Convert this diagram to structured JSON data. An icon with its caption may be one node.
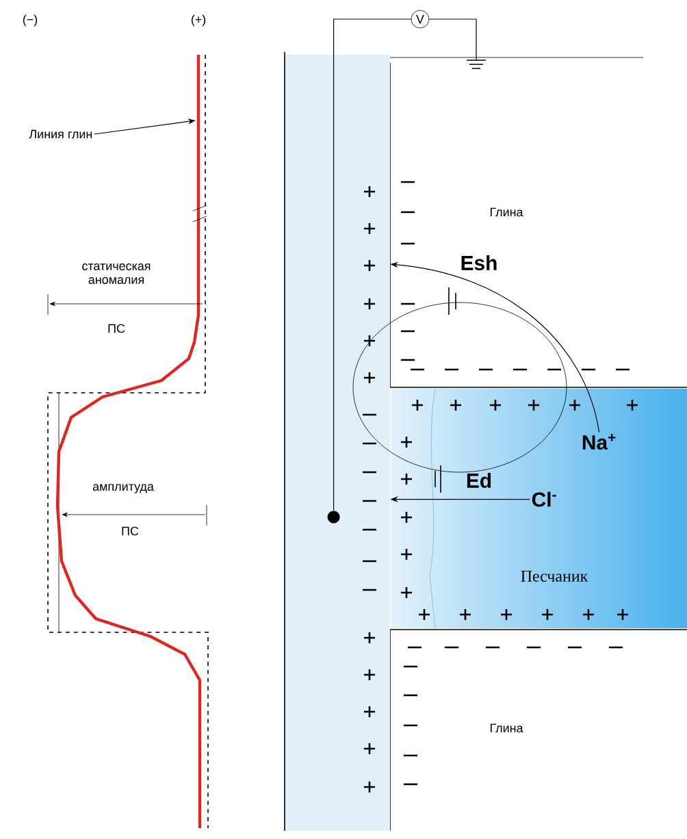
{
  "diagram": {
    "nodes": [
      {
        "text": [
          "Линия глин"
        ]
      },
      {
        "text": [],
        "shape": "box"
      },
      {
        "text": [
          "Na$^{+}$"
        ],
        "in": 4
      },
      {
        "text": [
          "Cl$^{-}$"
        ],
        "in": 4
      },
      {
        "text": [
          "Песчаник"
        ]
      },
      {
        "text": [
          "V"
        ]
      },
      {
        "text": [],
        "shape": "circle",
        "in": 1
      },
      {
        "text": [],
        "shape": "ground"
      }
    ],
    "edges": [
      {
        "from": 0,
        "to": null,
        "arrow": "to"
      },
      {
        "from": 2,
        "to": 1,
        "arrow": "to"
      },
      {
        "from": 3,
        "to": 1,
        "arrow": "to"
      },
      {
        "from": 5,
        "to": 6,
        "arrow": "none"
      },
      {
        "from": 5,
        "to": 7,
        "arrow": "none"
      }
    ],
    "labels": [
      "(−)",
      "(+)",
      "статическая аномалия",
      "ПС",
      "амплитуда",
      "ПС",
      "Глина",
      "Esh",
      "Ed",
      "Глина"
    ]
  }
}
